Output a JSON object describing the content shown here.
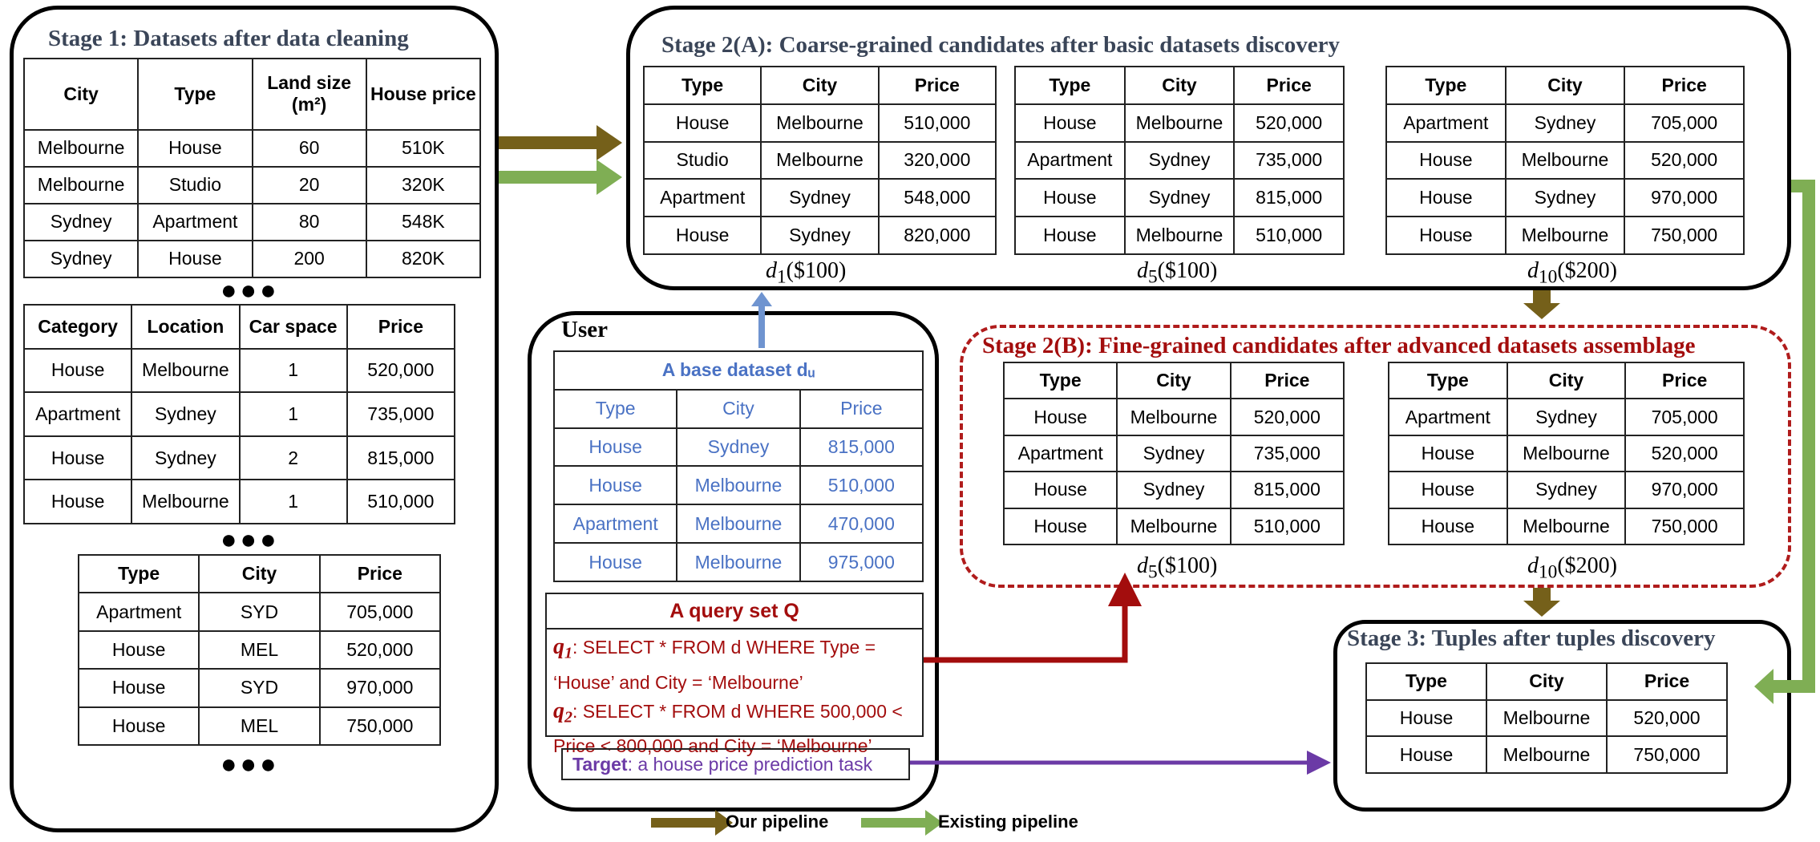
{
  "stage1": {
    "title": "Stage 1: Datasets after data cleaning",
    "dots": "●●●",
    "tables": [
      {
        "headers": [
          "City",
          "Type",
          "Land size (m²)",
          "House price"
        ],
        "rows": [
          [
            "Melbourne",
            "House",
            "60",
            "510K"
          ],
          [
            "Melbourne",
            "Studio",
            "20",
            "320K"
          ],
          [
            "Sydney",
            "Apartment",
            "80",
            "548K"
          ],
          [
            "Sydney",
            "House",
            "200",
            "820K"
          ]
        ]
      },
      {
        "headers": [
          "Category",
          "Location",
          "Car space",
          "Price"
        ],
        "rows": [
          [
            "House",
            "Melbourne",
            "1",
            "520,000"
          ],
          [
            "Apartment",
            "Sydney",
            "1",
            "735,000"
          ],
          [
            "House",
            "Sydney",
            "2",
            "815,000"
          ],
          [
            "House",
            "Melbourne",
            "1",
            "510,000"
          ]
        ]
      },
      {
        "headers": [
          "Type",
          "City",
          "Price"
        ],
        "rows": [
          [
            "Apartment",
            "SYD",
            "705,000"
          ],
          [
            "House",
            "MEL",
            "520,000"
          ],
          [
            "House",
            "SYD",
            "970,000"
          ],
          [
            "House",
            "MEL",
            "750,000"
          ]
        ]
      }
    ]
  },
  "stage2a": {
    "title": "Stage 2(A): Coarse-grained candidates after basic datasets discovery",
    "tables": [
      {
        "label": {
          "d": "d",
          "sub": "1",
          "cost": "($100)"
        },
        "headers": [
          "Type",
          "City",
          "Price"
        ],
        "rows": [
          [
            "House",
            "Melbourne",
            "510,000"
          ],
          [
            "Studio",
            "Melbourne",
            "320,000"
          ],
          [
            "Apartment",
            "Sydney",
            "548,000"
          ],
          [
            "House",
            "Sydney",
            "820,000"
          ]
        ]
      },
      {
        "label": {
          "d": "d",
          "sub": "5",
          "cost": "($100)"
        },
        "headers": [
          "Type",
          "City",
          "Price"
        ],
        "rows": [
          [
            "House",
            "Melbourne",
            "520,000"
          ],
          [
            "Apartment",
            "Sydney",
            "735,000"
          ],
          [
            "House",
            "Sydney",
            "815,000"
          ],
          [
            "House",
            "Melbourne",
            "510,000"
          ]
        ]
      },
      {
        "label": {
          "d": "d",
          "sub": "10",
          "cost": "($200)"
        },
        "headers": [
          "Type",
          "City",
          "Price"
        ],
        "rows": [
          [
            "Apartment",
            "Sydney",
            "705,000"
          ],
          [
            "House",
            "Melbourne",
            "520,000"
          ],
          [
            "House",
            "Sydney",
            "970,000"
          ],
          [
            "House",
            "Melbourne",
            "750,000"
          ]
        ]
      }
    ]
  },
  "stage2b": {
    "title": "Stage 2(B): Fine-grained candidates after advanced datasets assemblage",
    "tables": [
      {
        "label": {
          "d": "d",
          "sub": "5",
          "cost": "($100)"
        },
        "headers": [
          "Type",
          "City",
          "Price"
        ],
        "rows": [
          [
            "House",
            "Melbourne",
            "520,000"
          ],
          [
            "Apartment",
            "Sydney",
            "735,000"
          ],
          [
            "House",
            "Sydney",
            "815,000"
          ],
          [
            "House",
            "Melbourne",
            "510,000"
          ]
        ]
      },
      {
        "label": {
          "d": "d",
          "sub": "10",
          "cost": "($200)"
        },
        "headers": [
          "Type",
          "City",
          "Price"
        ],
        "rows": [
          [
            "Apartment",
            "Sydney",
            "705,000"
          ],
          [
            "House",
            "Melbourne",
            "520,000"
          ],
          [
            "House",
            "Sydney",
            "970,000"
          ],
          [
            "House",
            "Melbourne",
            "750,000"
          ]
        ]
      }
    ]
  },
  "stage3": {
    "title": "Stage 3: Tuples after tuples discovery",
    "table": {
      "headers": [
        "Type",
        "City",
        "Price"
      ],
      "rows": [
        [
          "House",
          "Melbourne",
          "520,000"
        ],
        [
          "House",
          "Melbourne",
          "750,000"
        ]
      ]
    }
  },
  "user": {
    "title": "User",
    "base": {
      "caption": "A base dataset dᵤ",
      "headers": [
        "Type",
        "City",
        "Price"
      ],
      "rows": [
        [
          "House",
          "Sydney",
          "815,000"
        ],
        [
          "House",
          "Melbourne",
          "510,000"
        ],
        [
          "Apartment",
          "Melbourne",
          "470,000"
        ],
        [
          "House",
          "Melbourne",
          "975,000"
        ]
      ]
    },
    "query": {
      "title": "A query set Q",
      "items": [
        {
          "q": "q",
          "sub": "1",
          "text": ": SELECT * FROM d WHERE Type = ‘House’ and City = ‘Melbourne’"
        },
        {
          "q": "q",
          "sub": "2",
          "text": ": SELECT * FROM d WHERE 500,000 < Price < 800,000 and City = ‘Melbourne’"
        }
      ]
    },
    "target": {
      "label": "Target",
      "text": ": a house price prediction task"
    }
  },
  "legend": {
    "ours": "Our pipeline",
    "existing": "Existing pipeline"
  },
  "colors": {
    "ours": "#75601a",
    "existing": "#7fae54",
    "query": "#a30d0d",
    "target": "#6b3aa6",
    "base": "#4a72c4"
  }
}
